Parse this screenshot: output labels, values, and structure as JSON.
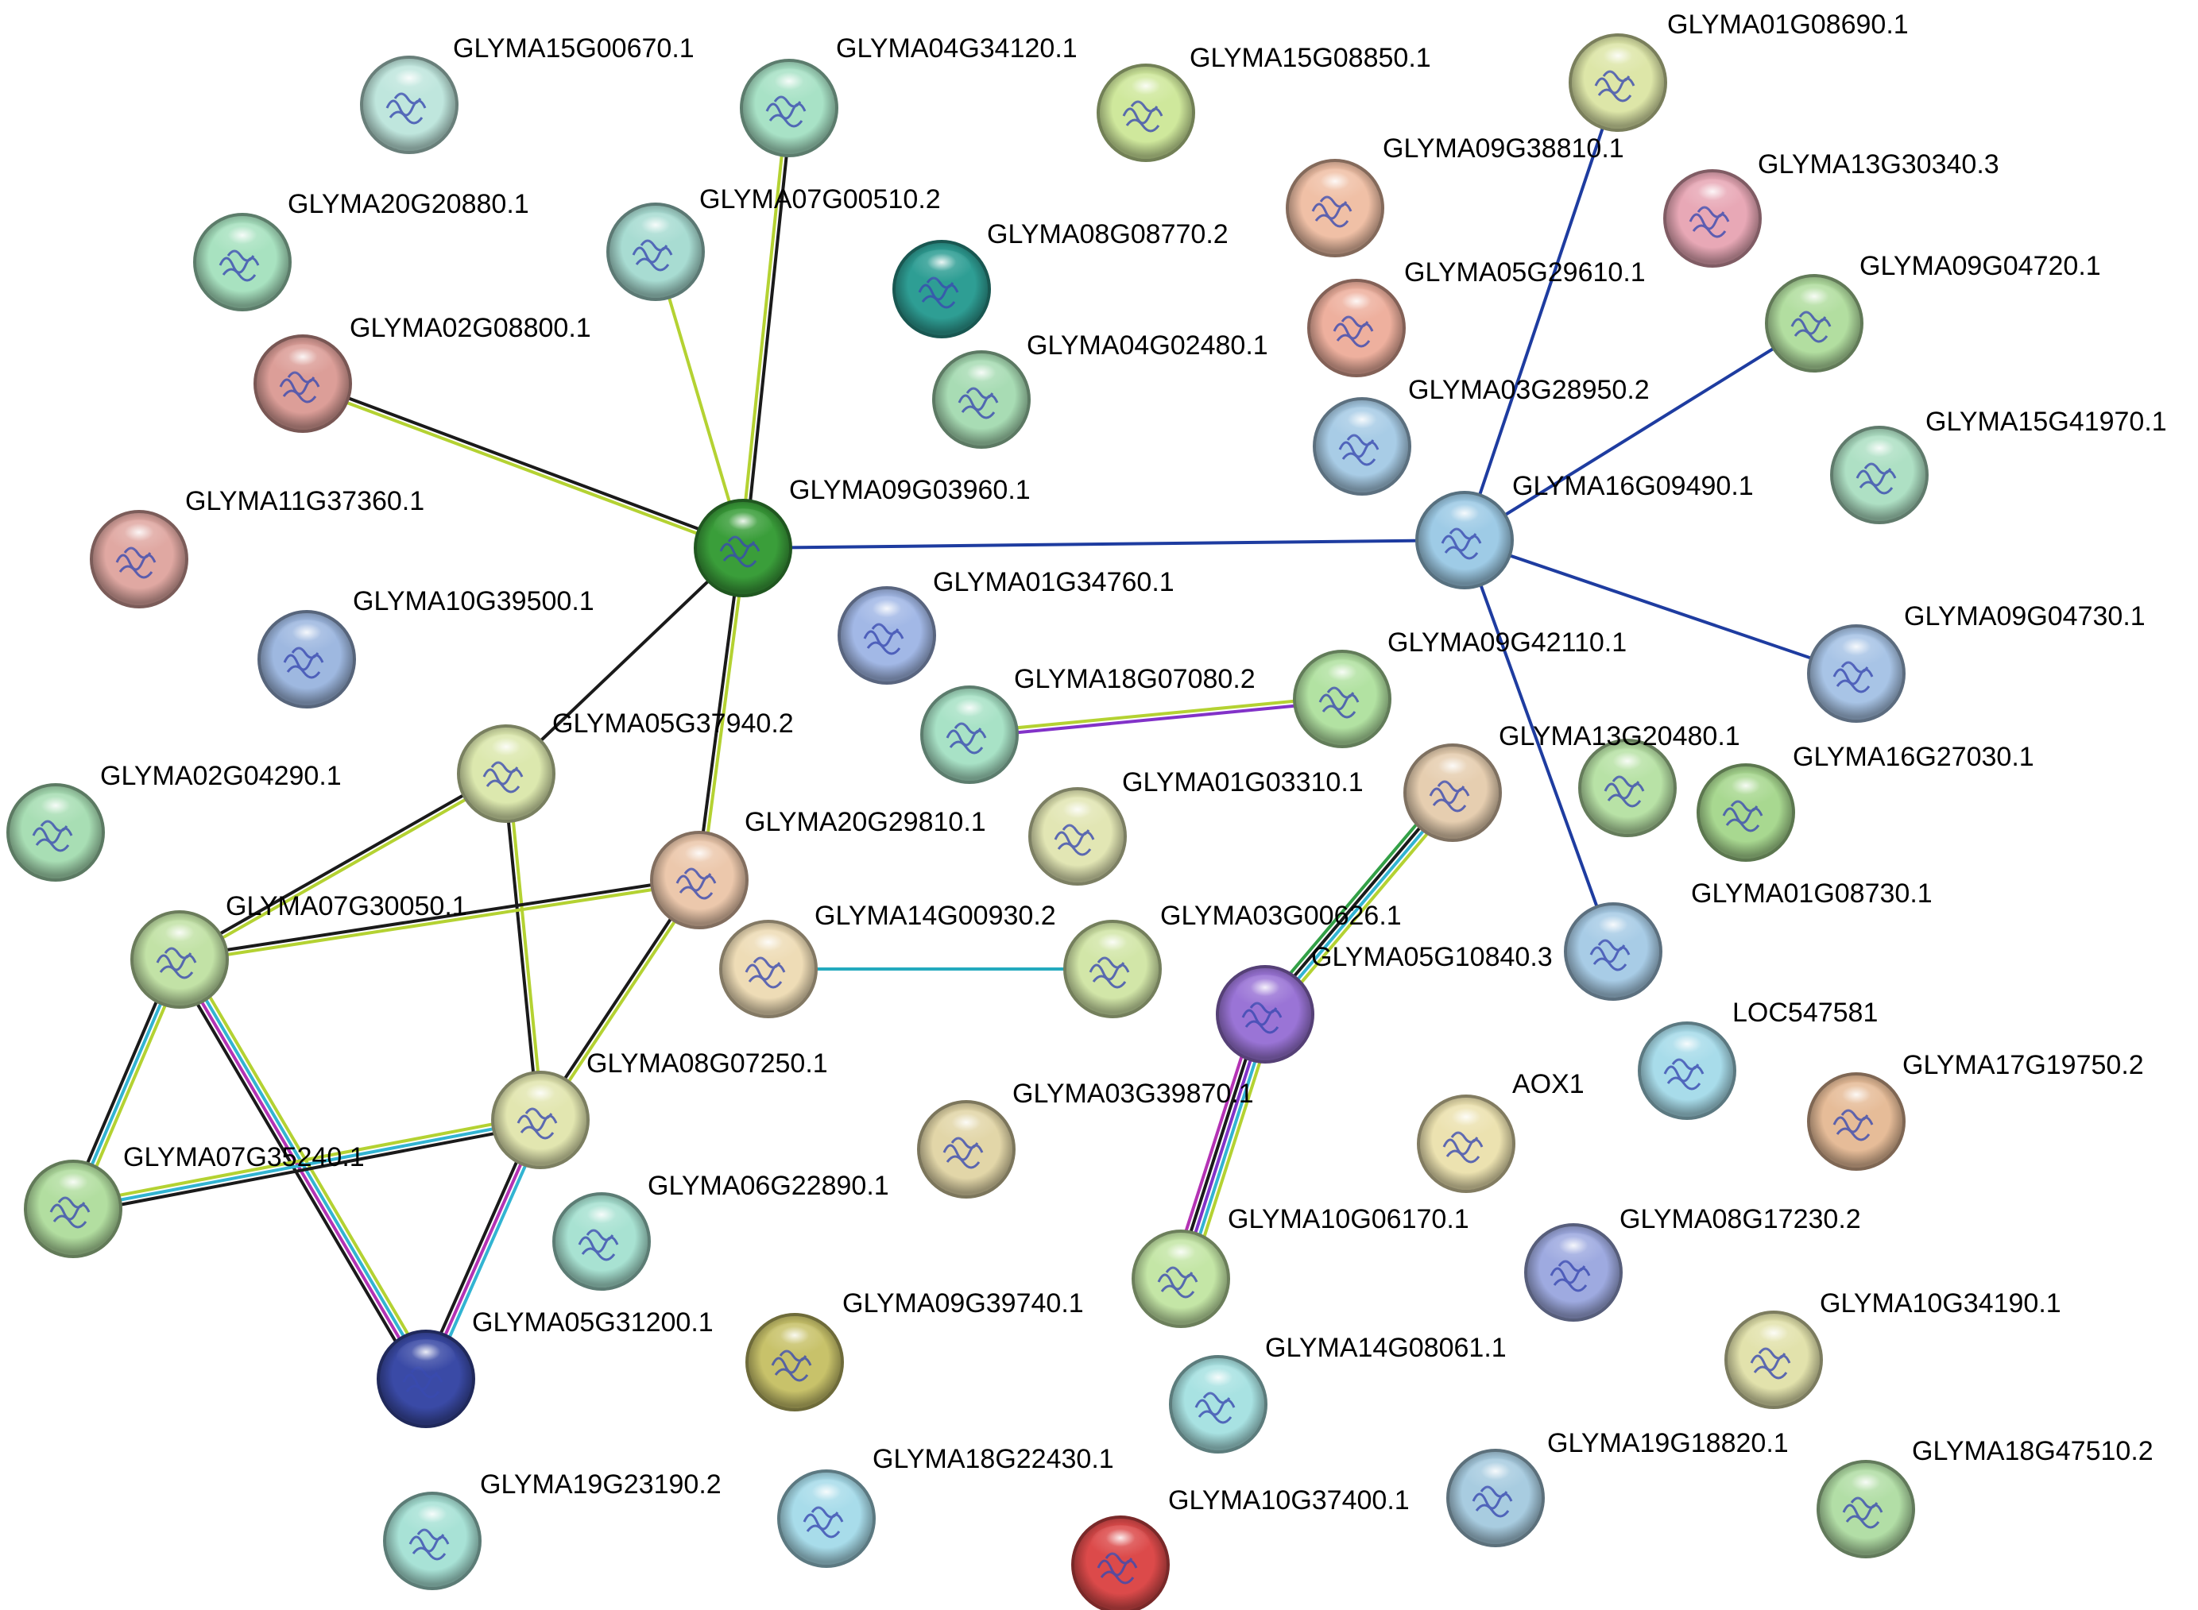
{
  "nodes": [
    {
      "id": "GLYMA15G00670.1",
      "label": "GLYMA15G00670.1",
      "color": "#bfe6dd"
    },
    {
      "id": "GLYMA04G34120.1",
      "label": "GLYMA04G34120.1",
      "color": "#a8e2c6"
    },
    {
      "id": "GLYMA15G08850.1",
      "label": "GLYMA15G08850.1",
      "color": "#cfe89c"
    },
    {
      "id": "GLYMA01G08690.1",
      "label": "GLYMA01G08690.1",
      "color": "#dde6a8"
    },
    {
      "id": "GLYMA09G38810.1",
      "label": "GLYMA09G38810.1",
      "color": "#f0c0a6"
    },
    {
      "id": "GLYMA13G30340.3",
      "label": "GLYMA13G30340.3",
      "color": "#e8a8b6"
    },
    {
      "id": "GLYMA20G20880.1",
      "label": "GLYMA20G20880.1",
      "color": "#a8e2c0"
    },
    {
      "id": "GLYMA07G00510.2",
      "label": "GLYMA07G00510.2",
      "color": "#a8dcd2"
    },
    {
      "id": "GLYMA08G08770.2",
      "label": "GLYMA08G08770.2",
      "color": "#2e9e94"
    },
    {
      "id": "GLYMA05G29610.1",
      "label": "GLYMA05G29610.1",
      "color": "#eeb09e"
    },
    {
      "id": "GLYMA09G04720.1",
      "label": "GLYMA09G04720.1",
      "color": "#b2dea0"
    },
    {
      "id": "GLYMA02G08800.1",
      "label": "GLYMA02G08800.1",
      "color": "#dc9e98"
    },
    {
      "id": "GLYMA04G02480.1",
      "label": "GLYMA04G02480.1",
      "color": "#a8dcb4"
    },
    {
      "id": "GLYMA03G28950.2",
      "label": "GLYMA03G28950.2",
      "color": "#a8cce6"
    },
    {
      "id": "GLYMA15G41970.1",
      "label": "GLYMA15G41970.1",
      "color": "#aee0c4"
    },
    {
      "id": "GLYMA11G37360.1",
      "label": "GLYMA11G37360.1",
      "color": "#e0a8a2"
    },
    {
      "id": "GLYMA09G03960.1",
      "label": "GLYMA09G03960.1",
      "color": "#3a9e3a"
    },
    {
      "id": "GLYMA16G09490.1",
      "label": "GLYMA16G09490.1",
      "color": "#9ecbe6"
    },
    {
      "id": "GLYMA10G39500.1",
      "label": "GLYMA10G39500.1",
      "color": "#9eb8e0"
    },
    {
      "id": "GLYMA01G34760.1",
      "label": "GLYMA01G34760.1",
      "color": "#a2b8e6"
    },
    {
      "id": "GLYMA09G04730.1",
      "label": "GLYMA09G04730.1",
      "color": "#a8c4e6"
    },
    {
      "id": "GLYMA09G42110.1",
      "label": "GLYMA09G42110.1",
      "color": "#b2e2a2"
    },
    {
      "id": "GLYMA18G07080.2",
      "label": "GLYMA18G07080.2",
      "color": "#a8e2c6"
    },
    {
      "id": "GLYMA05G37940.2",
      "label": "GLYMA05G37940.2",
      "color": "#dce8ae"
    },
    {
      "id": "GLYMA13G20480.1",
      "label": "GLYMA13G20480.1",
      "color": "#b8e2a6"
    },
    {
      "id": "GLYMA16G27030.1",
      "label": "GLYMA16G27030.1",
      "color": "#a8d890"
    },
    {
      "id": "GLYMA02G04290.1",
      "label": "GLYMA02G04290.1",
      "color": "#a8deb4"
    },
    {
      "id": "GLYMA01G03310.1",
      "label": "GLYMA01G03310.1",
      "color": "#e6ceb0"
    },
    {
      "id": "GLYMA20G29810.1",
      "label": "GLYMA20G29810.1",
      "color": "#e2e6b4"
    },
    {
      "id": "GLYMA07G30050.1",
      "label": "GLYMA07G30050.1",
      "color": "#c2e2a6"
    },
    {
      "id": "GLYMA_unl_peach",
      "label": "",
      "color": "#ecc8ac"
    },
    {
      "id": "GLYMA14G00930.2",
      "label": "GLYMA14G00930.2",
      "color": "#d2e6a8"
    },
    {
      "id": "GLYMA_unl_tan",
      "label": "",
      "color": "#eedcb6"
    },
    {
      "id": "GLYMA03G00626.1",
      "label": "GLYMA03G00626.1",
      "color": "#a8cce6"
    },
    {
      "id": "GLYMA01G08730.1",
      "label": "GLYMA01G08730.1",
      "color": "#a8cce6"
    },
    {
      "id": "GLYMA05G10840.3",
      "label": "GLYMA05G10840.3",
      "color": "#9a74d6"
    },
    {
      "id": "LOC547581",
      "label": "LOC547581",
      "color": "#a8dcea"
    },
    {
      "id": "GLYMA17G19750.2",
      "label": "GLYMA17G19750.2",
      "color": "#e6bc98"
    },
    {
      "id": "GLYMA08G07250.1",
      "label": "GLYMA08G07250.1",
      "color": "#e2e6b0"
    },
    {
      "id": "GLYMA03G39870.1",
      "label": "GLYMA03G39870.1",
      "color": "#e2d6a8"
    },
    {
      "id": "AOX1",
      "label": "AOX1",
      "color": "#ece2b0"
    },
    {
      "id": "GLYMA07G35240.1",
      "label": "GLYMA07G35240.1",
      "color": "#b2dea0"
    },
    {
      "id": "GLYMA06G22890.1",
      "label": "GLYMA06G22890.1",
      "color": "#a8e2d2"
    },
    {
      "id": "GLYMA10G06170.1",
      "label": "GLYMA10G06170.1",
      "color": "#c4e6a6"
    },
    {
      "id": "GLYMA08G17230.2",
      "label": "GLYMA08G17230.2",
      "color": "#9eaae0"
    },
    {
      "id": "GLYMA10G34190.1",
      "label": "GLYMA10G34190.1",
      "color": "#e2e2ac"
    },
    {
      "id": "GLYMA05G31200.1",
      "label": "GLYMA05G31200.1",
      "color": "#3a4aa6"
    },
    {
      "id": "GLYMA09G39740.1",
      "label": "GLYMA09G39740.1",
      "color": "#c8c26a"
    },
    {
      "id": "GLYMA14G08061.1",
      "label": "GLYMA14G08061.1",
      "color": "#a8e2e2"
    },
    {
      "id": "GLYMA19G18820.1",
      "label": "GLYMA19G18820.1",
      "color": "#a8cce0"
    },
    {
      "id": "GLYMA18G47510.2",
      "label": "GLYMA18G47510.2",
      "color": "#b2dea6"
    },
    {
      "id": "GLYMA19G23190.2",
      "label": "GLYMA19G23190.2",
      "color": "#a8e2d6"
    },
    {
      "id": "GLYMA18G22430.1",
      "label": "GLYMA18G22430.1",
      "color": "#a8dcea"
    },
    {
      "id": "GLYMA10G37400.1",
      "label": "GLYMA10G37400.1",
      "color": "#dc4a4a"
    }
  ],
  "edge_colors": {
    "yellow_green": "#b4d232",
    "black": "#1a1a1a",
    "blue": "#1e3ca0",
    "cyan": "#32b4d2",
    "magenta": "#b432b4",
    "purple": "#8232c8",
    "green": "#32a046",
    "teal": "#23aabe"
  },
  "edges": [
    {
      "source": "GLYMA09G03960.1",
      "target": "GLYMA04G34120.1",
      "colors": [
        "yellow_green",
        "black"
      ]
    },
    {
      "source": "GLYMA09G03960.1",
      "target": "GLYMA07G00510.2",
      "colors": [
        "yellow_green"
      ]
    },
    {
      "source": "GLYMA09G03960.1",
      "target": "GLYMA02G08800.1",
      "colors": [
        "yellow_green",
        "black"
      ]
    },
    {
      "source": "GLYMA09G03960.1",
      "target": "GLYMA16G09490.1",
      "colors": [
        "blue"
      ]
    },
    {
      "source": "GLYMA09G03960.1",
      "target": "GLYMA05G37940.2",
      "colors": [
        "black"
      ]
    },
    {
      "source": "GLYMA09G03960.1",
      "target": "GLYMA_unl_peach",
      "colors": [
        "yellow_green",
        "black"
      ]
    },
    {
      "source": "GLYMA16G09490.1",
      "target": "GLYMA01G08690.1",
      "colors": [
        "blue"
      ]
    },
    {
      "source": "GLYMA16G09490.1",
      "target": "GLYMA09G04720.1",
      "colors": [
        "blue"
      ]
    },
    {
      "source": "GLYMA16G09490.1",
      "target": "GLYMA09G04730.1",
      "colors": [
        "blue"
      ]
    },
    {
      "source": "GLYMA16G09490.1",
      "target": "GLYMA01G08730.1",
      "colors": [
        "blue"
      ]
    },
    {
      "source": "GLYMA18G07080.2",
      "target": "GLYMA09G42110.1",
      "colors": [
        "yellow_green",
        "purple"
      ]
    },
    {
      "source": "GLYMA05G37940.2",
      "target": "GLYMA07G30050.1",
      "colors": [
        "yellow_green",
        "black"
      ]
    },
    {
      "source": "GLYMA05G37940.2",
      "target": "GLYMA08G07250.1",
      "colors": [
        "yellow_green",
        "black"
      ]
    },
    {
      "source": "GLYMA_unl_peach",
      "target": "GLYMA07G30050.1",
      "colors": [
        "yellow_green",
        "black"
      ]
    },
    {
      "source": "GLYMA_unl_peach",
      "target": "GLYMA08G07250.1",
      "colors": [
        "yellow_green",
        "black"
      ]
    },
    {
      "source": "GLYMA_unl_tan",
      "target": "GLYMA14G00930.2",
      "colors": [
        "teal"
      ]
    },
    {
      "source": "GLYMA07G30050.1",
      "target": "GLYMA07G35240.1",
      "colors": [
        "yellow_green",
        "cyan",
        "black"
      ]
    },
    {
      "source": "GLYMA07G30050.1",
      "target": "GLYMA05G31200.1",
      "colors": [
        "yellow_green",
        "cyan",
        "magenta",
        "black"
      ]
    },
    {
      "source": "GLYMA07G35240.1",
      "target": "GLYMA08G07250.1",
      "colors": [
        "yellow_green",
        "cyan",
        "black"
      ]
    },
    {
      "source": "GLYMA08G07250.1",
      "target": "GLYMA05G31200.1",
      "colors": [
        "cyan",
        "magenta",
        "black"
      ]
    },
    {
      "source": "GLYMA01G03310.1",
      "target": "GLYMA05G10840.3",
      "colors": [
        "yellow_green",
        "cyan",
        "black",
        "green"
      ]
    },
    {
      "source": "GLYMA05G10840.3",
      "target": "GLYMA10G06170.1",
      "colors": [
        "yellow_green",
        "cyan",
        "purple",
        "black",
        "magenta"
      ]
    }
  ]
}
